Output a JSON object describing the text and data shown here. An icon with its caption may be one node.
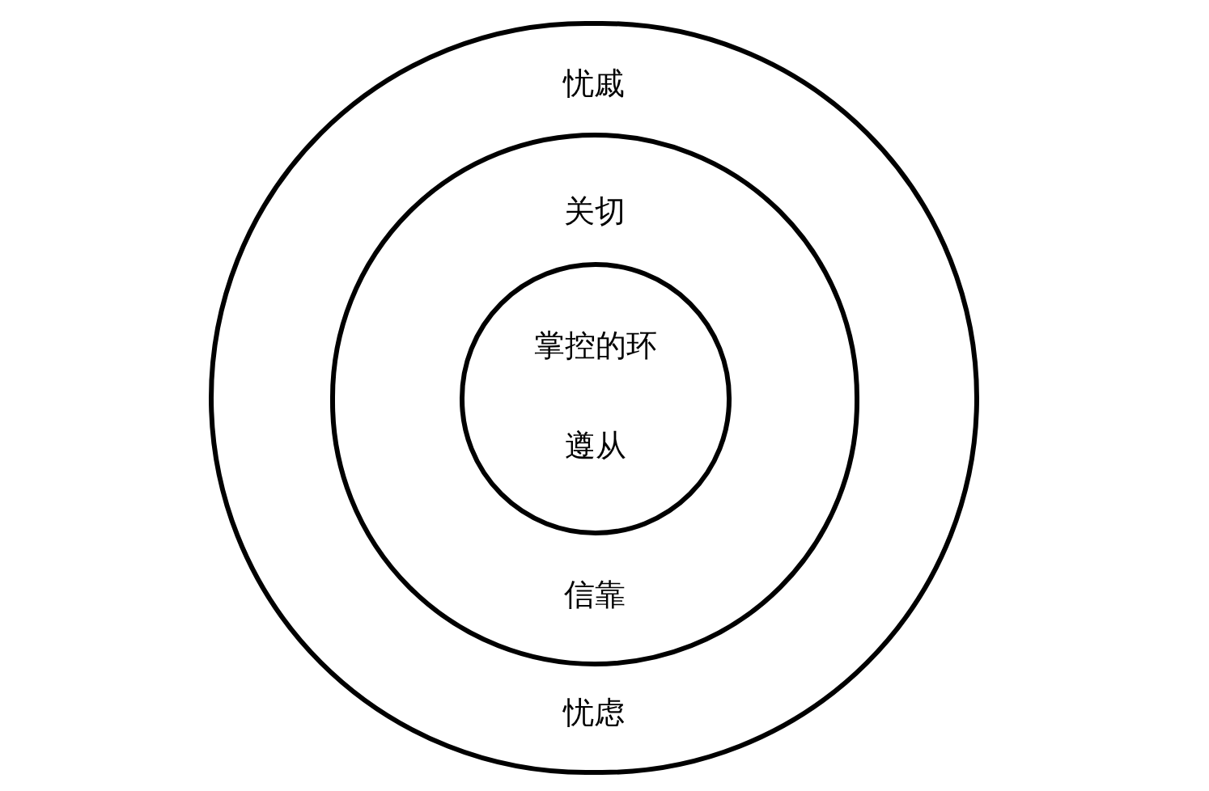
{
  "diagram": {
    "nodes": [
      {
        "text": [
          "忧戚",
          "忧虑"
        ]
      },
      {
        "text": [
          "关切",
          "信靠"
        ],
        "in": 0
      },
      {
        "text": [
          "掌控的环",
          "遵从"
        ],
        "in": 1
      }
    ]
  }
}
